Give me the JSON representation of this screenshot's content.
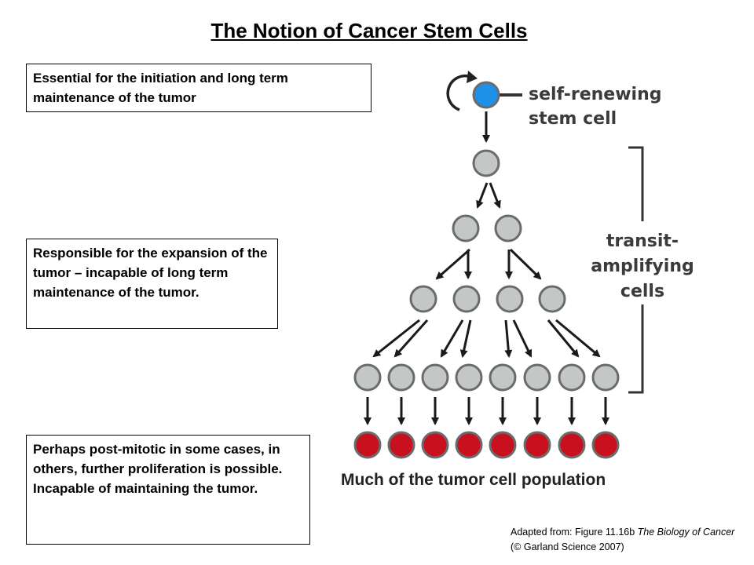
{
  "title": "The Notion of Cancer Stem Cells",
  "boxes": {
    "initiation": "Essential for the initiation and long term maintenance of the tumor",
    "expansion": "Responsible for the expansion of the tumor – incapable of long term maintenance of the tumor.",
    "differentiated": "Perhaps post-mitotic in some cases, in others, further proliferation is possible. Incapable of maintaining the tumor."
  },
  "diagram": {
    "stem_label_line1": "self-renewing",
    "stem_label_line2": "stem cell",
    "transit_line1": "transit-",
    "transit_line2": "amplifying",
    "transit_line3": "cells",
    "population_caption": "Much of the tumor cell population",
    "colors": {
      "stem_cell": "#1e90e8",
      "transit_cell": "#c3c7c6",
      "tumor_cell": "#c8101e",
      "cell_outline": "#6b6b6b"
    }
  },
  "credit": {
    "prefix": "Adapted from: Figure 11.16b ",
    "book": "The Biology of Cancer",
    "suffix": " (© Garland Science 2007)"
  }
}
